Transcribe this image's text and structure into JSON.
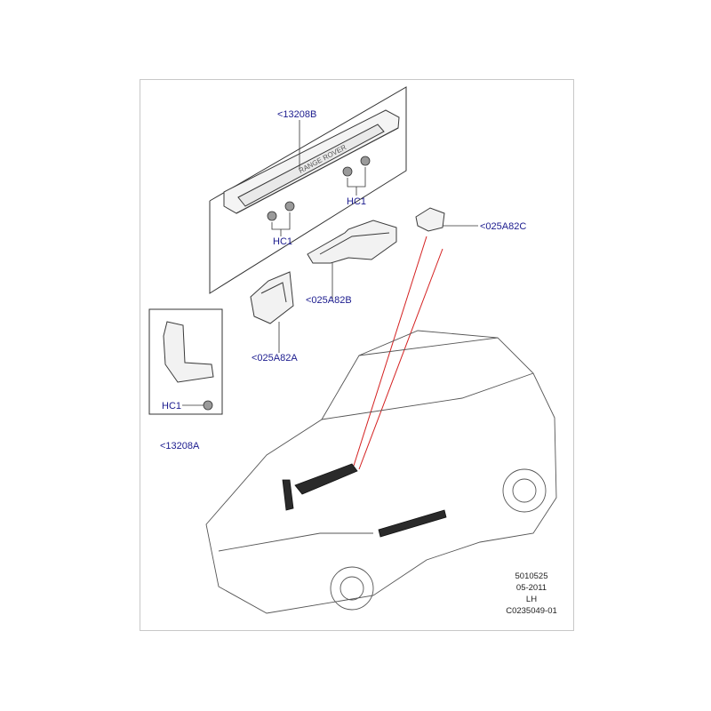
{
  "callouts": {
    "sill_finisher_rh": "<13208B",
    "sill_finisher_lh": "<13208A",
    "clip_upper": "HC1",
    "clip_middle": "HC1",
    "clip_lower": "HC1",
    "duct_c": "<025A82C",
    "duct_b": "<025A82B",
    "duct_a": "<025A82A"
  },
  "reference": {
    "number": "5010525",
    "date": "05-2011",
    "side": "LH",
    "illustration_id": "C0235049-01"
  },
  "colors": {
    "callout_text": "#1b1b8e",
    "leader_red": "#d42020",
    "line_art": "#3a3a3a"
  }
}
